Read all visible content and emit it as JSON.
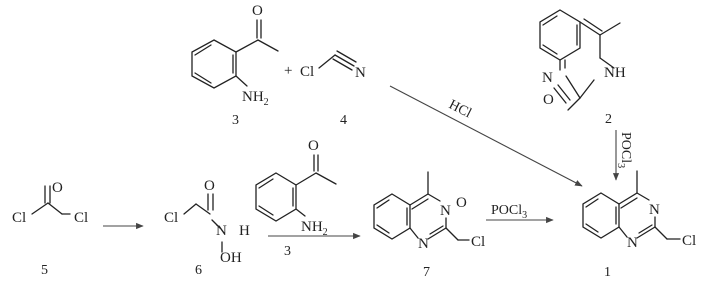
{
  "compounds": {
    "c3": {
      "number": "3",
      "atoms": {
        "o": "O",
        "nh": "NH",
        "nh_sub": "2"
      }
    },
    "c4": {
      "number": "4",
      "plus": "+",
      "atoms": {
        "cl": "Cl",
        "n": "N"
      }
    },
    "c2": {
      "number": "2",
      "atoms": {
        "n": "N",
        "nh": "NH",
        "o": "O"
      }
    },
    "c5": {
      "number": "5",
      "atoms": {
        "cl_left": "Cl",
        "o": "O",
        "cl_right": "Cl"
      }
    },
    "c6": {
      "number": "6",
      "atoms": {
        "cl": "Cl",
        "o": "O",
        "n": "N",
        "h": "H",
        "oh": "OH"
      }
    },
    "c3b": {
      "atoms": {
        "o": "O",
        "nh": "NH",
        "nh_sub": "2"
      }
    },
    "c7": {
      "number": "7",
      "atoms": {
        "n_top": "N",
        "o": "O",
        "n_bottom": "N",
        "cl": "Cl"
      }
    },
    "c1": {
      "number": "1",
      "atoms": {
        "n_top": "N",
        "n_bottom": "N",
        "cl": "Cl"
      }
    }
  },
  "reagents": {
    "hcl": "HCl",
    "pocl3_top": {
      "main": "POCl",
      "sub": "3"
    },
    "pocl3_bottom": {
      "main": "POCl",
      "sub": "3"
    },
    "reactant_3": "3"
  }
}
